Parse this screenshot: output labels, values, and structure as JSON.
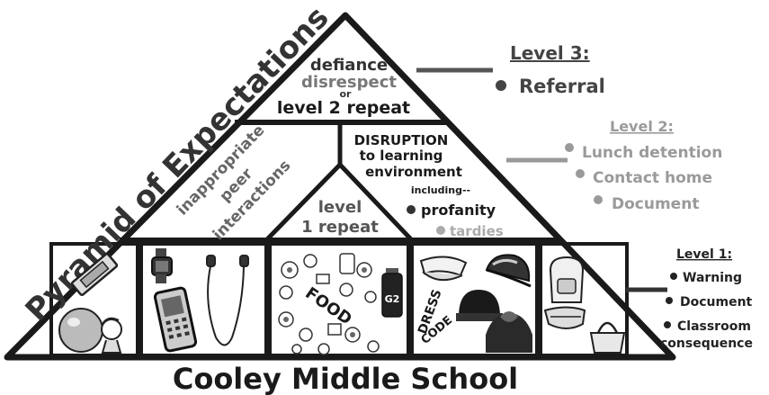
{
  "title": "Pyramid of Expectations",
  "school": "Cooley Middle School",
  "top_section": {
    "line1": "defiance",
    "line2": "disrespect",
    "line3": "or",
    "line4": "level 2 repeat"
  },
  "middle_left": {
    "line1": "inappropriate",
    "line2": "peer",
    "line3": "interactions"
  },
  "middle_center": {
    "line1": "level",
    "line2": "1 repeat"
  },
  "middle_right": {
    "line1": "DISRUPTION",
    "line2": "to learning",
    "line3": "environment",
    "line4": "including--",
    "bullet1": "profanity",
    "bullet2": "tardies"
  },
  "bottom_tiles": {
    "food_label": "FOOD",
    "dress_label_1": "DRESS",
    "dress_label_2": "CODE",
    "bottle_label": "G2"
  },
  "levels": {
    "level3": {
      "heading": "Level 3:",
      "items": [
        "Referral"
      ]
    },
    "level2": {
      "heading": "Level 2:",
      "items": [
        "Lunch detention",
        "Contact home",
        "Document"
      ]
    },
    "level1": {
      "heading": "Level 1:",
      "items": [
        "Warning",
        "Document",
        "Classroom consequence"
      ]
    }
  },
  "colors": {
    "line": "#1a1a1a",
    "title": "#333333",
    "level3": "#444444",
    "level2": "#9a9a9a",
    "level1": "#222222",
    "light_text": "#8c8c8c",
    "grey_text": "#555555"
  },
  "icons": [
    "chewing-gum-icon",
    "bubble-gum-kid-icon",
    "smartwatch-icon",
    "earbuds-icon",
    "cell-phone-icon",
    "food-collage-icon",
    "sports-drink-icon",
    "visor-icon",
    "baseball-cap-icon",
    "beanie-icon",
    "hoodie-icon",
    "backpack-icon",
    "fanny-pack-icon",
    "handbag-icon"
  ]
}
